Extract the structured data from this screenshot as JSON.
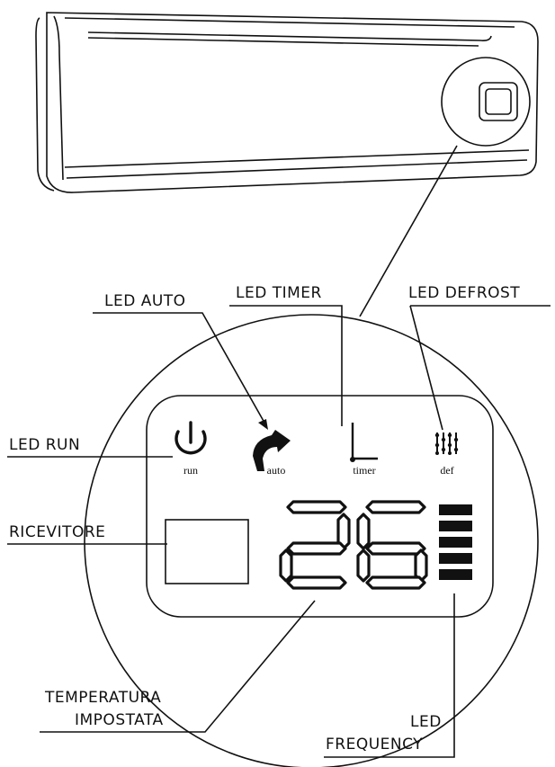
{
  "callouts": {
    "led_auto": "LED AUTO",
    "led_timer": "LED TIMER",
    "led_defrost": "LED DEFROST",
    "led_run": "LED RUN",
    "receiver": "RICEVITORE",
    "set_temp_line1": "TEMPERATURA",
    "set_temp_line2": "IMPOSTATA",
    "led_freq_line1": "LED",
    "led_freq_line2": "FREQUENCY"
  },
  "panel": {
    "icon_run": "run",
    "icon_auto": "auto",
    "icon_timer": "timer",
    "icon_def": "def",
    "temperature": "26",
    "frequency_level_bars": 5
  },
  "icons": [
    "power-icon",
    "auto-arrow-icon",
    "timer-icon",
    "defrost-icon"
  ]
}
